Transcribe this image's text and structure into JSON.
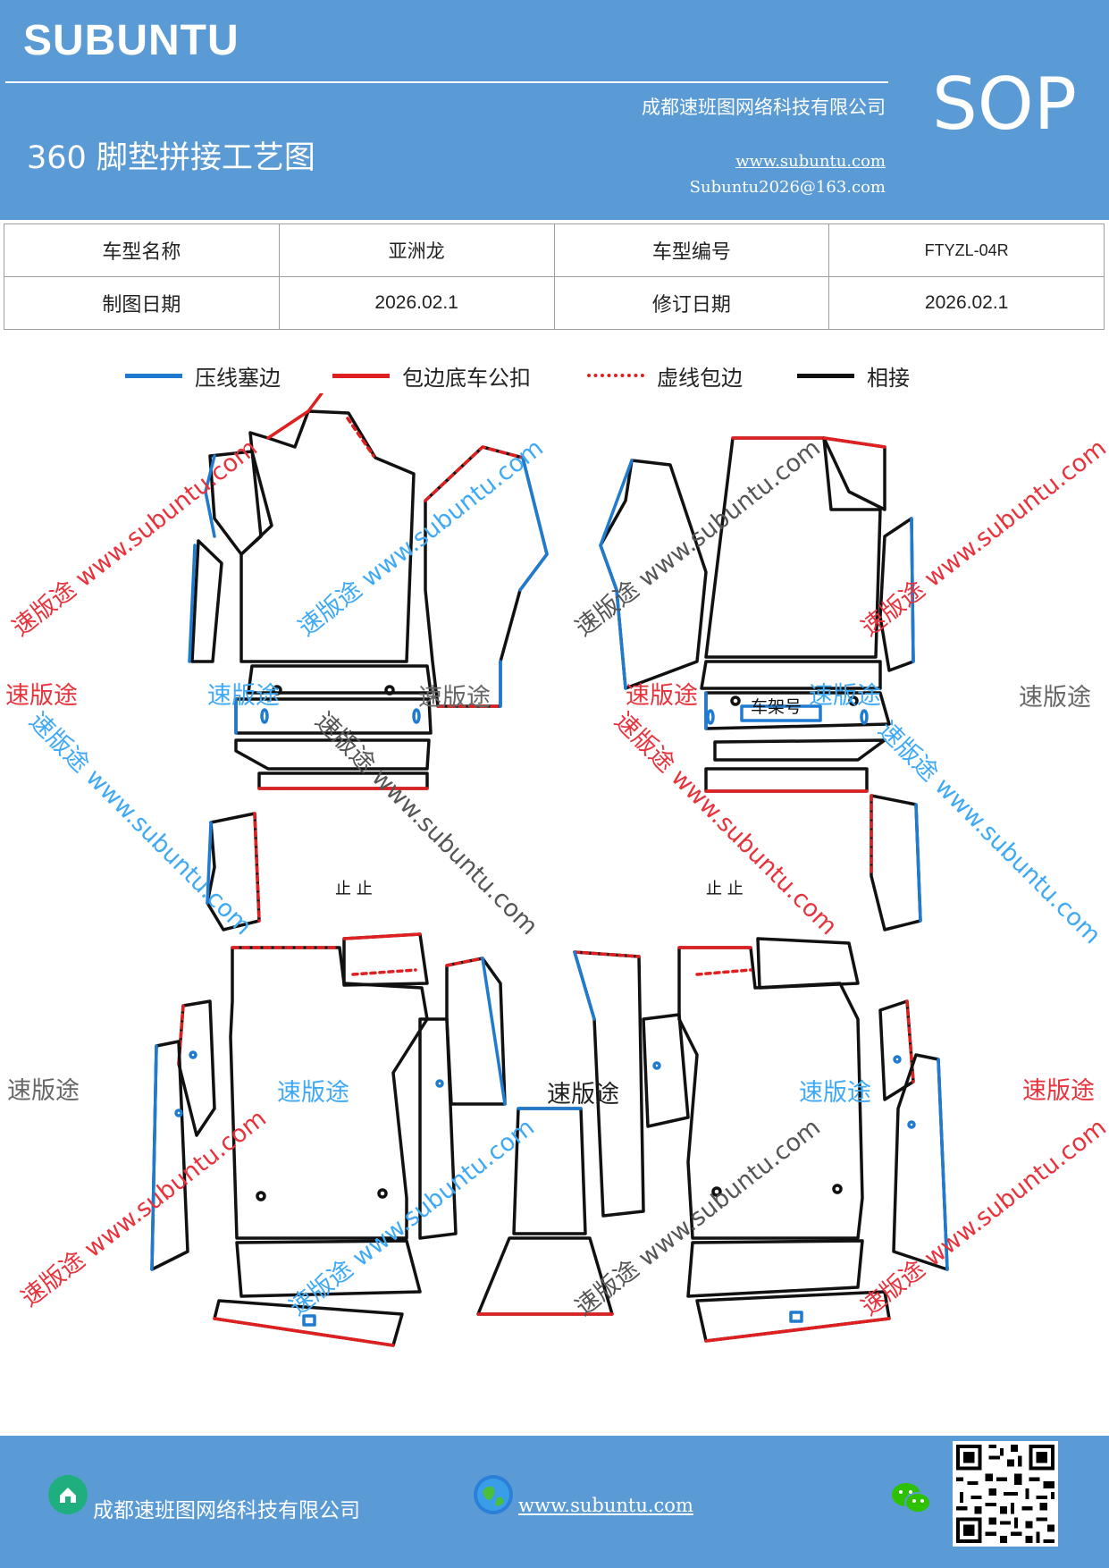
{
  "header": {
    "brand": "SUBUNTU",
    "doc_title": "360 脚垫拼接工艺图",
    "company": "成都速班图网络科技有限公司",
    "website": "www.subuntu.com",
    "email": "Subuntu2026@163.com",
    "sop": "SOP"
  },
  "info_table": {
    "row1": [
      "车型名称",
      "亚洲龙",
      "车型编号",
      "FTYZL-04R"
    ],
    "row2": [
      "制图日期",
      "2026.02.1",
      "修订日期",
      "2026.02.1"
    ]
  },
  "legend": [
    {
      "label": "压线塞边",
      "color": "#1e7bd0",
      "style": "solid"
    },
    {
      "label": "包边底车公扣",
      "color": "#e02020",
      "style": "solid"
    },
    {
      "label": "虚线包边",
      "color": "#e02020",
      "style": "dotted"
    },
    {
      "label": "相接",
      "color": "#111111",
      "style": "solid"
    }
  ],
  "diagram": {
    "frame_label": "车架号",
    "watermark_cn": "速版途",
    "watermark_url": "速版途 www.subuntu.com",
    "colors": {
      "blue": "#1e7bd0",
      "red": "#e02020",
      "black": "#111111",
      "wm_red": "#e8323c",
      "wm_blue": "#3fa9f5",
      "wm_grey": "#666666"
    }
  },
  "footer": {
    "company": "成都速班图网络科技有限公司",
    "website": "www.subuntu.com ",
    "icons": [
      "home-icon",
      "globe-icon",
      "wechat-icon",
      "qr-code"
    ]
  }
}
